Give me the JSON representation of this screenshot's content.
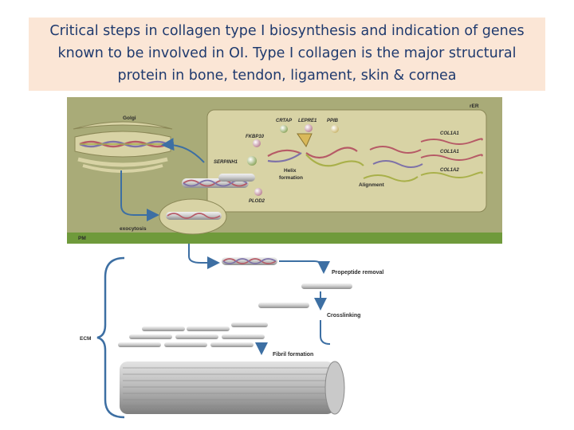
{
  "title": "Critical steps in collagen type I biosynthesis and indication of genes known to be involved in OI. Type I collagen is the major structural protein in bone, tendon, ligament, skin & cornea",
  "diagram": {
    "compartments": {
      "golgi": "Golgi",
      "rer": "rER",
      "pm": "PM",
      "ecm": "ECM"
    },
    "genes": {
      "crtap": "CRTAP",
      "lepre1": "LEPRE1",
      "ppib": "PPIB",
      "fkbp10": "FKBP10",
      "serpinh1": "SERPINH1",
      "plod2": "PLOD2",
      "col1a1_a": "COL1A1",
      "col1a1_b": "COL1A1",
      "col1a2": "COL1A2"
    },
    "steps": {
      "helix_formation_1": "Helix",
      "helix_formation_2": "formation",
      "alignment": "Alignment",
      "exocytosis": "exocytosis",
      "propeptide_removal": "Propeptide removal",
      "crosslinking": "Crosslinking",
      "fibril_formation": "Fibril formation"
    },
    "colors": {
      "cell_bg": "#a9ab78",
      "er_fill": "#d8d3a5",
      "pm_band": "#6f9a3b",
      "strand_red": "#b65a66",
      "strand_purple": "#7e72a8",
      "strand_green": "#a9b04a",
      "fibril": "#b6b6b6",
      "arrow": "#3d6fa3"
    }
  }
}
